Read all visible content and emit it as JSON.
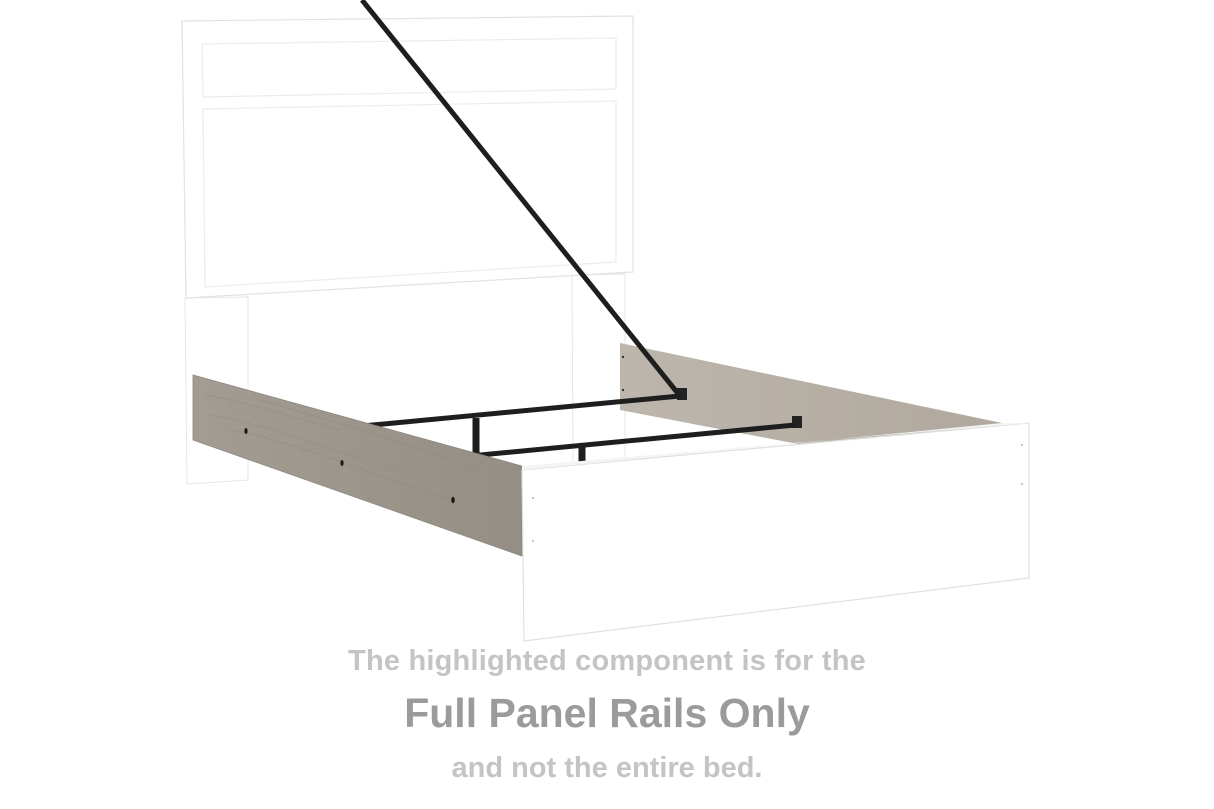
{
  "caption": {
    "line1": "The highlighted component is for the",
    "line2": "Full Panel Rails Only",
    "line3": "and not the entire bed."
  },
  "illustration": {
    "subject": "panel bed with highlighted side rails",
    "components": [
      "headboard",
      "footboard",
      "left-side-rail",
      "right-side-rail",
      "metal-support-slats"
    ],
    "highlighted_component": "side rails"
  },
  "colors": {
    "background": "#ffffff",
    "headboard": "#ffffff",
    "footboard": "#ffffff",
    "rail_left": "#9e988f",
    "rail_right": "#bab2a8",
    "metal": "#1f1f1f",
    "caption_light": "#c4c4c4",
    "caption_dark": "#9b9b9b"
  }
}
